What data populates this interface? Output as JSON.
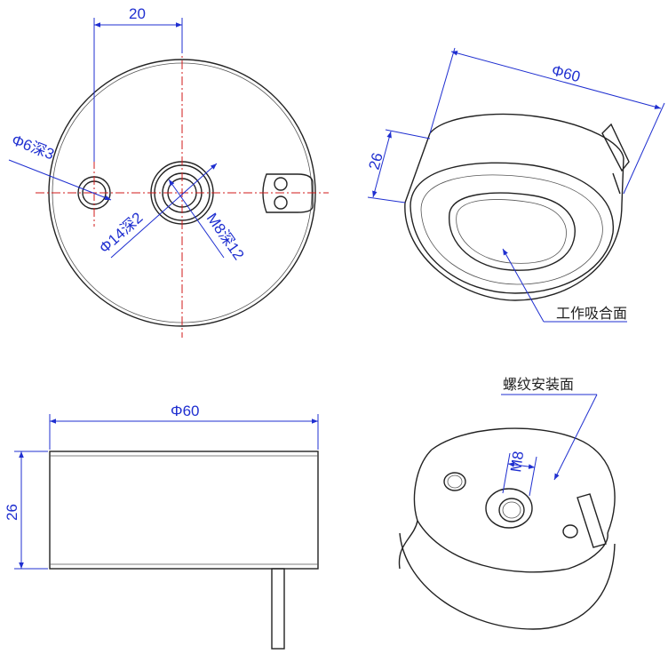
{
  "colors": {
    "outline": "#222222",
    "dimension": "#1f2fd0",
    "centerline": "#d01818"
  },
  "top_view": {
    "dim_offset": "20",
    "dim_pin_hole": "Φ6深3",
    "dim_counterbore": "Φ14深2",
    "dim_thread": "M8深12"
  },
  "iso_top": {
    "dim_diameter": "Φ60",
    "dim_height": "26",
    "label_face": "工作吸合面"
  },
  "side_view": {
    "dim_diameter": "Φ60",
    "dim_height": "26"
  },
  "iso_bottom": {
    "label_face": "螺纹安装面",
    "dim_thread": "M8"
  }
}
